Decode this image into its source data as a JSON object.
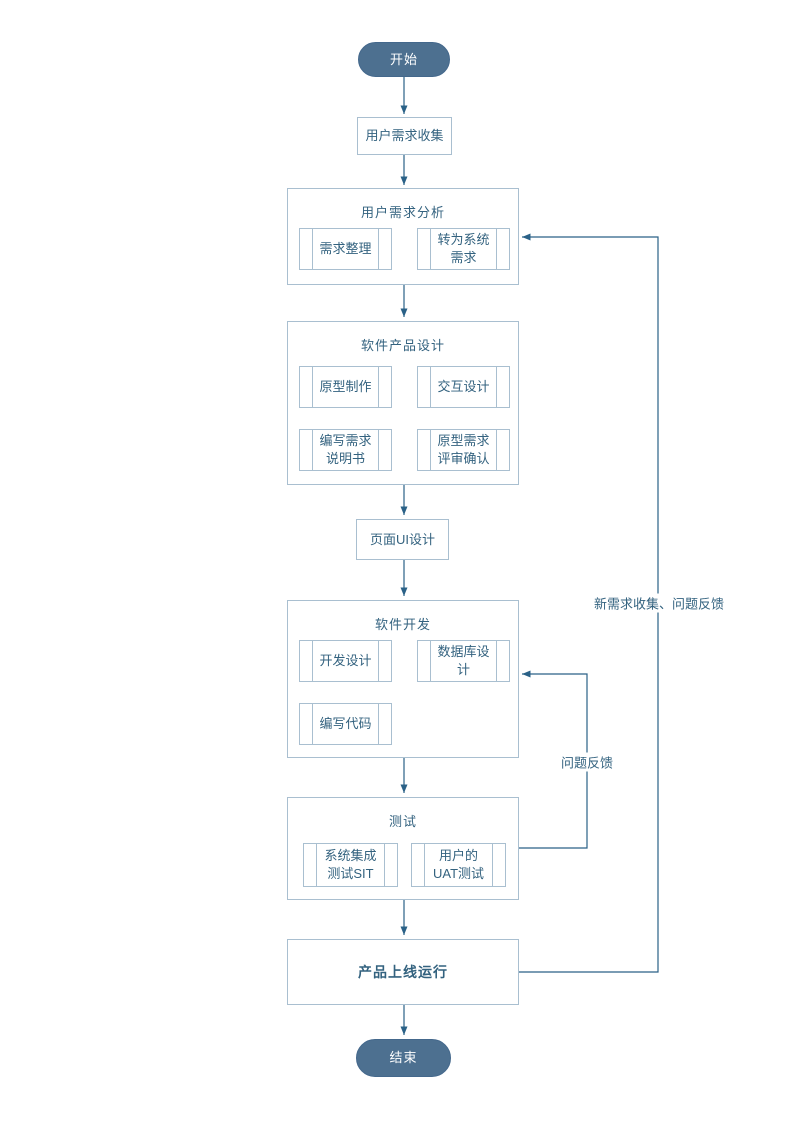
{
  "diagram": {
    "terminals": {
      "start": "开始",
      "end": "结束"
    },
    "nodes": {
      "collect": "用户需求收集",
      "ui": "页面UI设计",
      "launch": "产品上线运行"
    },
    "analysis": {
      "title": "用户需求分析",
      "sort": "需求整理",
      "convert": "转为系统\n需求"
    },
    "design": {
      "title": "软件产品设计",
      "prototype": "原型制作",
      "interaction": "交互设计",
      "spec": "编写需求\n说明书",
      "review": "原型需求\n评审确认"
    },
    "dev": {
      "title": "软件开发",
      "devdesign": "开发设计",
      "db": "数据库设\n计",
      "coding": "编写代码"
    },
    "test": {
      "title": "测试",
      "sit": "系统集成\n测试SIT",
      "uat": "用户的\nUAT测试"
    },
    "edges": {
      "problem": "问题反馈",
      "newreq": "新需求收集、问题反馈"
    },
    "colors": {
      "terminal_fill": "#4d7090",
      "node_border": "#a9bfd0",
      "line": "#2a6187",
      "text": "#33627f"
    }
  }
}
